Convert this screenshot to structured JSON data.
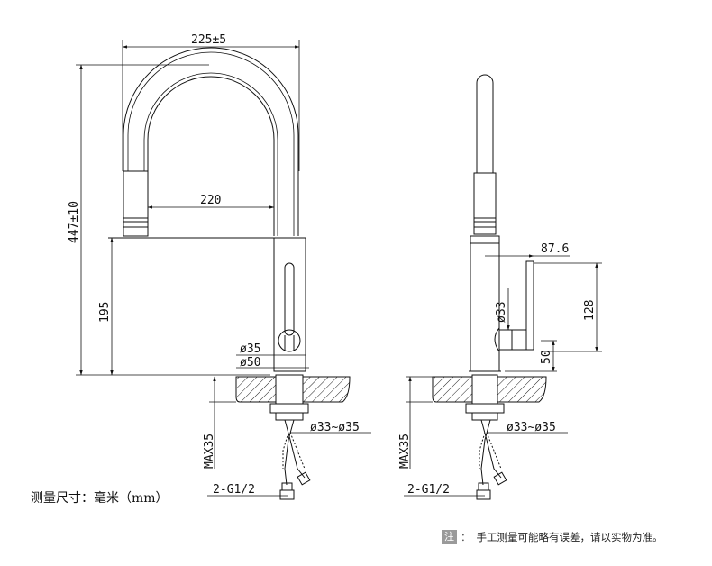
{
  "front_view": {
    "dim_width_total": "225±5",
    "dim_width_inner": "220",
    "dim_height_total": "447±10",
    "dim_height_spout": "195",
    "dim_dia_35": "ø35",
    "dim_dia_50": "ø50",
    "dim_hole": "ø33~ø35",
    "dim_max_thickness": "MAX35",
    "dim_thread": "2-G1/2"
  },
  "side_view": {
    "dim_reach": "87.6",
    "dim_dia_33": "ø33",
    "dim_height_128": "128",
    "dim_height_50": "50",
    "dim_hole": "ø33~ø35",
    "dim_max_thickness": "MAX35",
    "dim_thread": "2-G1/2"
  },
  "caption": "测量尺寸：毫米（mm）",
  "note": {
    "tag": "注",
    "colon": "：",
    "text": "手工测量可能略有误差，请以实物为准。"
  }
}
